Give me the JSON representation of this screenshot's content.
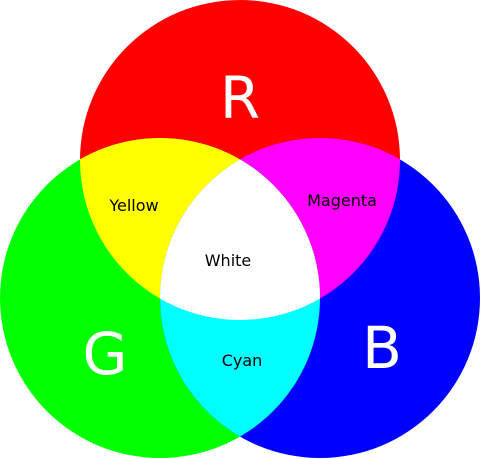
{
  "diagram": {
    "circles": [
      {
        "key": "red",
        "label": "R",
        "color": "#ff0000"
      },
      {
        "key": "green",
        "label": "G",
        "color": "#00ff00"
      },
      {
        "key": "blue",
        "label": "B",
        "color": "#0000ff"
      }
    ],
    "overlaps": [
      {
        "key": "red-green",
        "label": "Yellow",
        "color": "#ffff00"
      },
      {
        "key": "red-blue",
        "label": "Magenta",
        "color": "#ff00ff"
      },
      {
        "key": "green-blue",
        "label": "Cyan",
        "color": "#00ffff"
      },
      {
        "key": "all",
        "label": "White",
        "color": "#ffffff"
      }
    ]
  }
}
